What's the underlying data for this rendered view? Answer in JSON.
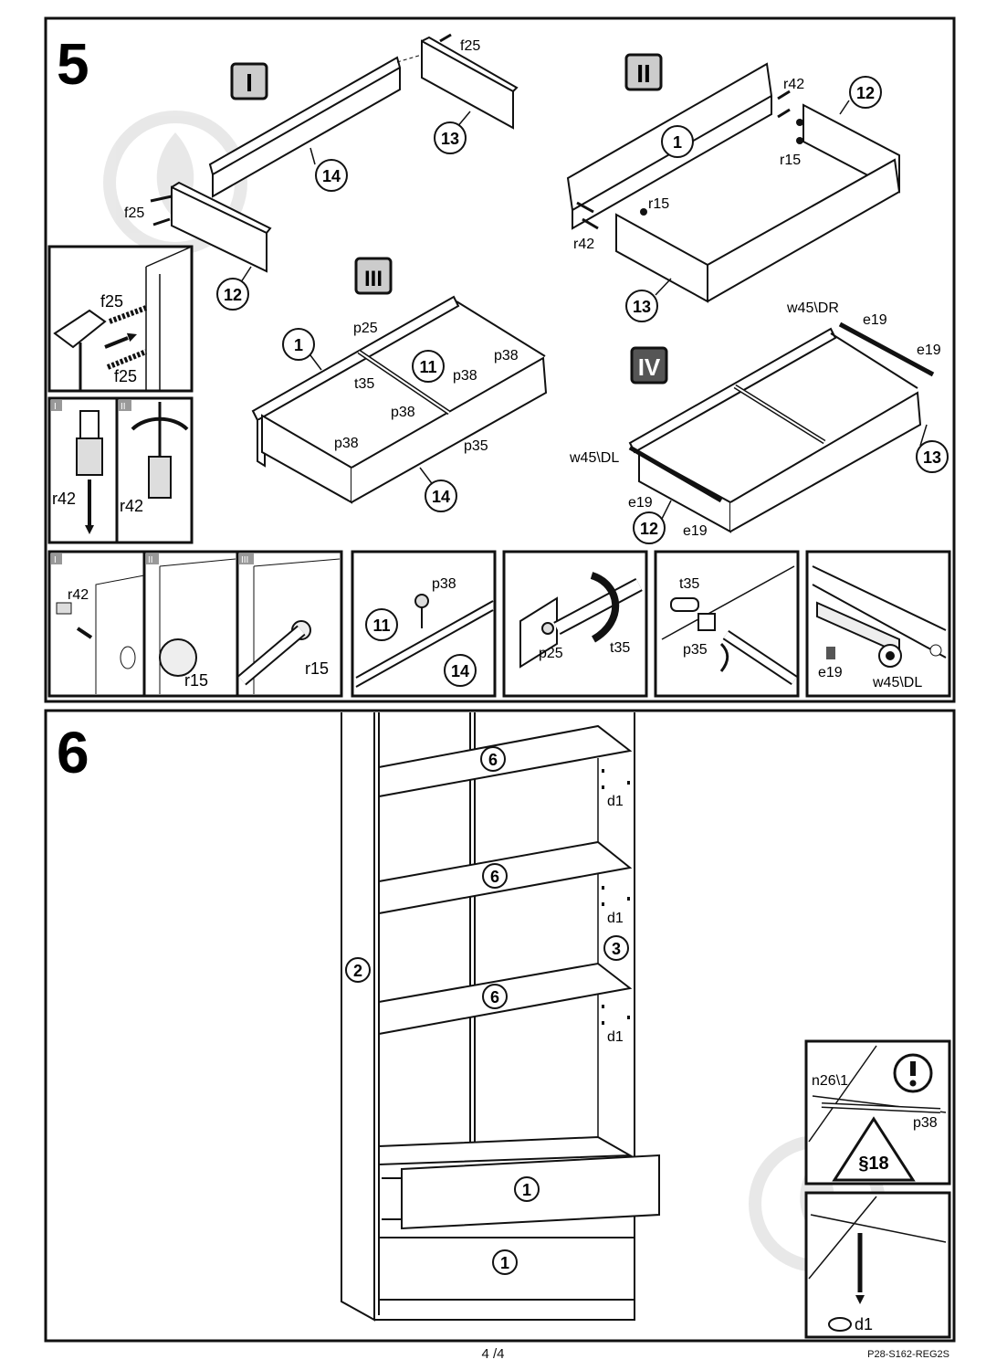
{
  "step5": {
    "number": "5",
    "sub_steps": [
      "I",
      "II",
      "III",
      "IV"
    ],
    "labels": {
      "f25_a": "f25",
      "f25_b": "f25",
      "r42_a": "r42",
      "r42_b": "r42",
      "r15_a": "r15",
      "r15_b": "r15",
      "p25": "p25",
      "t35": "t35",
      "p35": "p35",
      "p38_a": "p38",
      "p38_b": "p38",
      "p38_c": "p38",
      "p38_d": "p38",
      "w45dr": "w45\\DR",
      "w45dl": "w45\\DL",
      "e19_a": "e19",
      "e19_b": "e19",
      "e19_c": "e19",
      "e19_d": "e19"
    },
    "parts": {
      "p12": "12",
      "p13": "13",
      "p14": "14",
      "p1": "1",
      "p11": "11"
    },
    "details": {
      "f25_top": "f25",
      "f25_bottom": "f25",
      "r42_a": "r42",
      "r42_b": "r42",
      "sub_I": "I",
      "sub_II": "II",
      "sub_III": "III",
      "r42_c": "r42",
      "r15_c": "r15",
      "r15_d": "r15",
      "p38": "p38",
      "p11": "11",
      "p14": "14",
      "p25": "p25",
      "t35_a": "t35",
      "t35_b": "t35",
      "p35": "p35",
      "e19": "e19",
      "w45dl": "w45\\DL"
    }
  },
  "step6": {
    "number": "6",
    "parts": {
      "p2": "2",
      "p3": "3",
      "p6": "6",
      "p1": "1"
    },
    "d1": "d1",
    "warning": {
      "n26": "n26\\1",
      "p38": "p38",
      "ref": "§18"
    },
    "d1_detail": "d1"
  },
  "footer": {
    "page": "4 /4",
    "code": "P28-S162-REG2S"
  }
}
